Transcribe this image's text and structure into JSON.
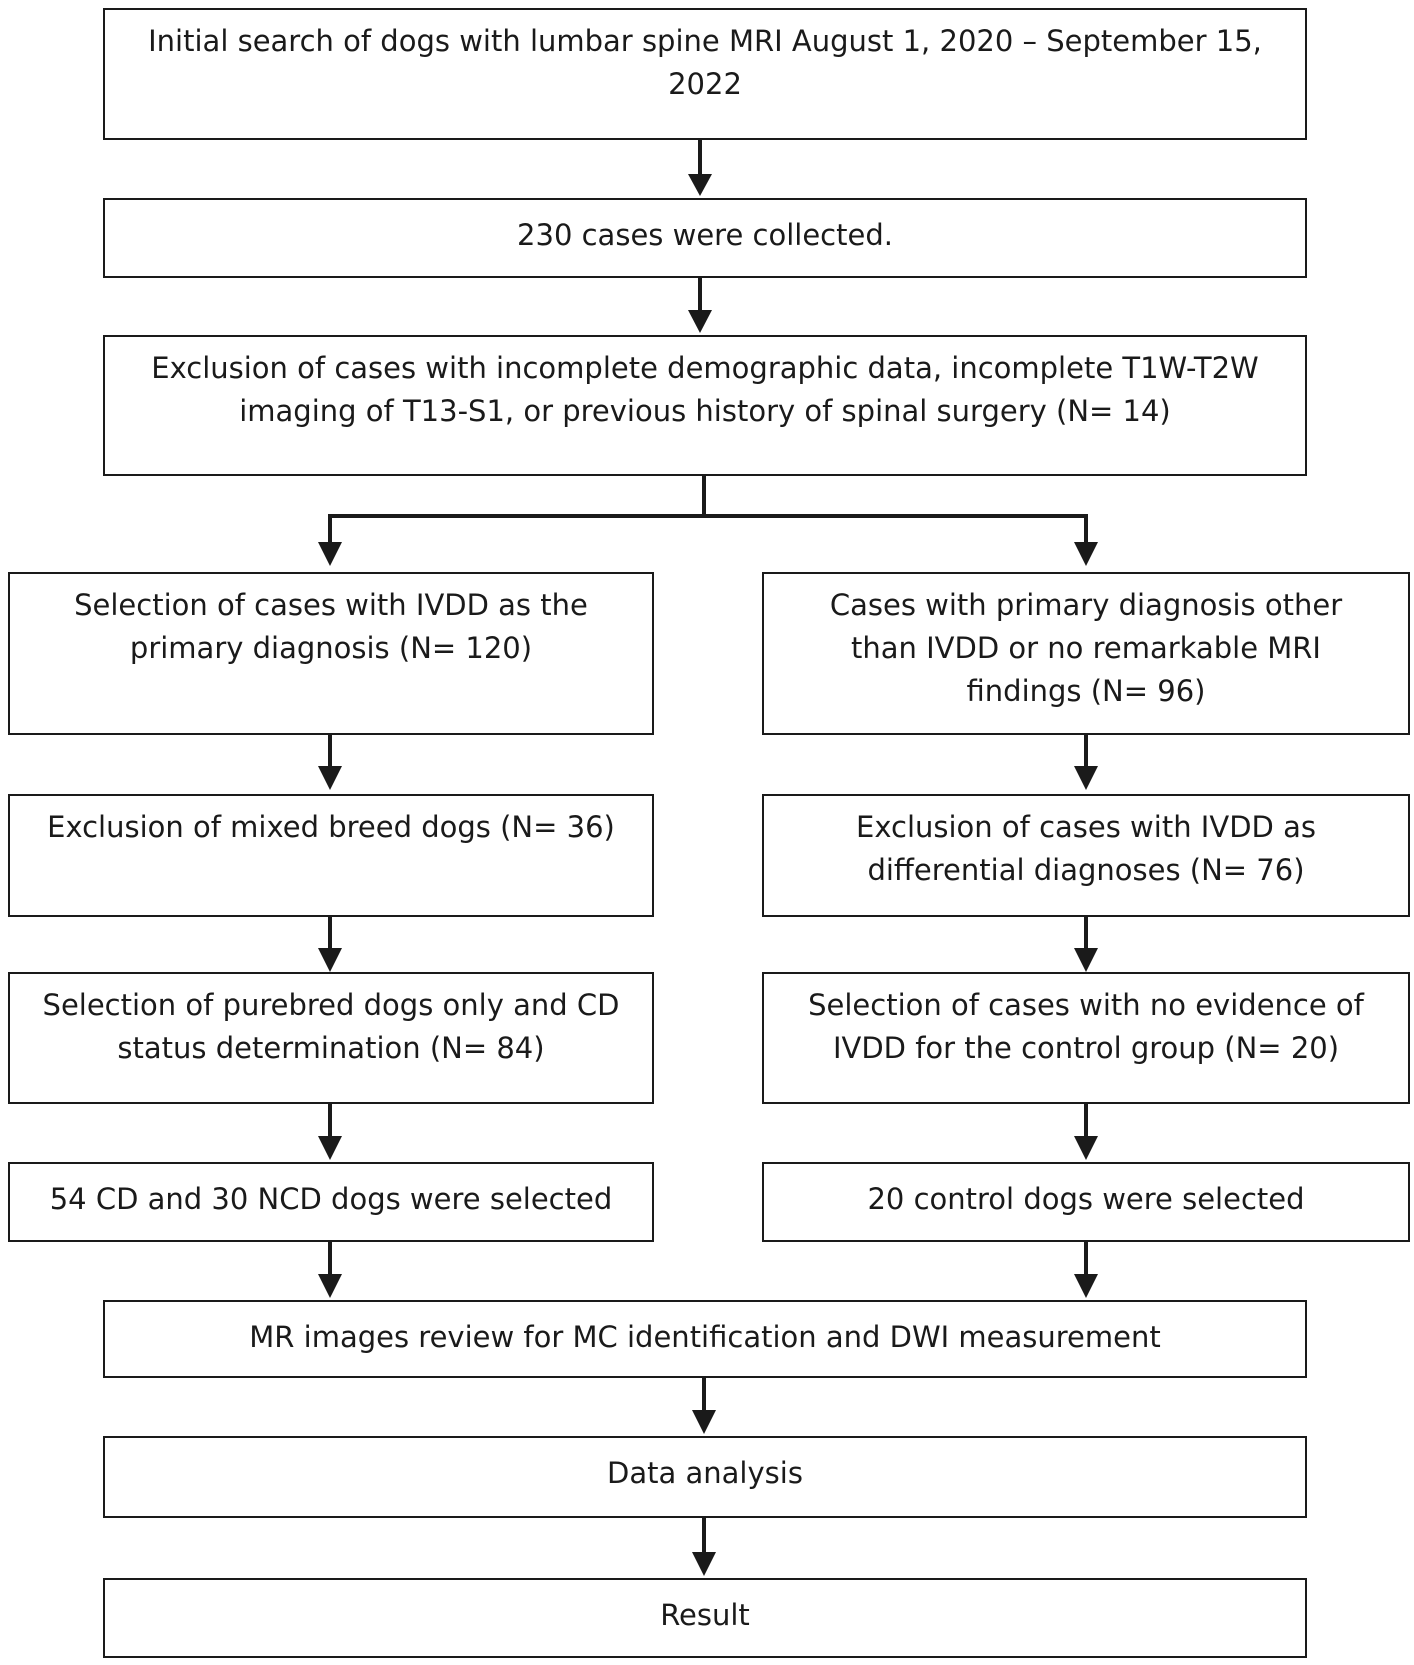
{
  "flowchart": {
    "initial_search": "Initial search of dogs with lumbar spine MRI August 1, 2020 – September 15, 2022",
    "collected": "230 cases were collected.",
    "exclusion_incomplete": "Exclusion of cases with incomplete demographic data, incomplete T1W-T2W imaging of T13-S1, or previous history of spinal surgery (N= 14)",
    "left_branch": {
      "selection_ivdd": "Selection of cases with IVDD as the primary diagnosis (N= 120)",
      "exclusion_mixed": "Exclusion of mixed breed dogs (N= 36)",
      "selection_purebred": "Selection of purebred dogs only and CD status determination (N= 84)",
      "selected": "54 CD and 30 NCD dogs were selected"
    },
    "right_branch": {
      "other_diagnosis": "Cases with primary diagnosis other than IVDD or no remarkable MRI findings (N= 96)",
      "exclusion_differential": "Exclusion of cases with IVDD as differential diagnoses (N= 76)",
      "selection_control": "Selection of cases with no evidence of IVDD for the control group (N= 20)",
      "selected": "20 control dogs were selected"
    },
    "mr_review": "MR images review for MC identification and DWI measurement",
    "data_analysis": "Data analysis",
    "result": "Result"
  }
}
